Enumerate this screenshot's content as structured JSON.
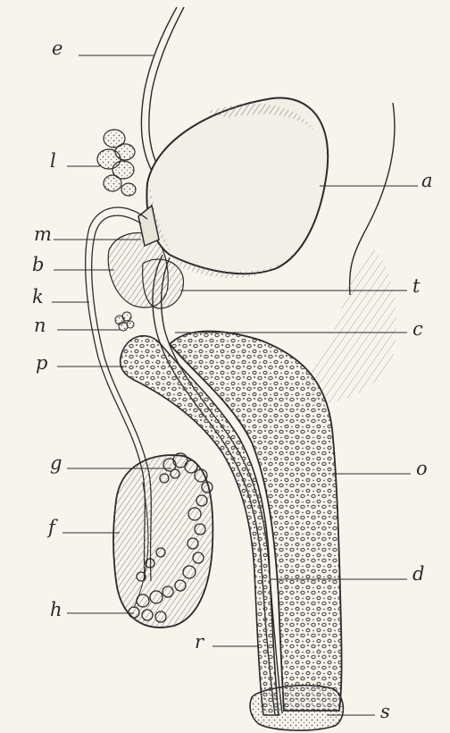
{
  "colors": {
    "ink": "#2b2b2b",
    "paper": "#f7f4ec",
    "shade": "#8c8c8c",
    "pore": "#5a5a5a"
  },
  "labels": {
    "e": "e",
    "l": "l",
    "m": "m",
    "b": "b",
    "k": "k",
    "n": "n",
    "p": "p",
    "g": "g",
    "f": "f",
    "h": "h",
    "r": "r",
    "a": "a",
    "t": "t",
    "c": "c",
    "o": "o",
    "d": "d",
    "s": "s"
  }
}
